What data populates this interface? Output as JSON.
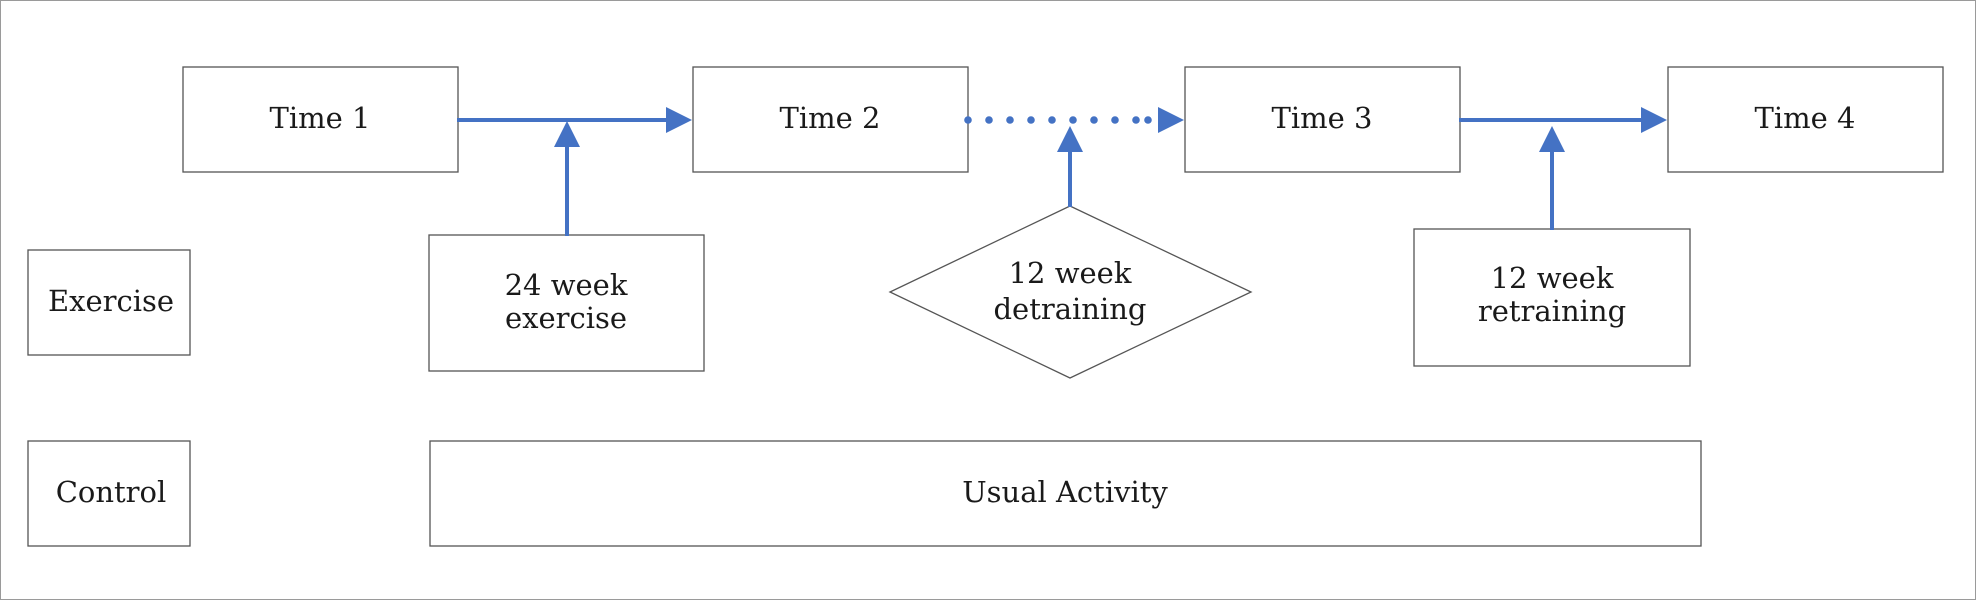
{
  "timepoints": [
    {
      "label": "Time  1"
    },
    {
      "label": "Time  2"
    },
    {
      "label": "Time  3"
    },
    {
      "label": "Time 4"
    }
  ],
  "groups": {
    "exercise": "Exercise",
    "control": "Control"
  },
  "phases": {
    "exercise_24": {
      "line1": "24 week",
      "line2": "exercise"
    },
    "detraining_12": {
      "line1": "12 week",
      "line2": "detraining"
    },
    "retraining_12": {
      "line1": "12 week",
      "line2": "retraining"
    },
    "usual_activity": "Usual Activity"
  },
  "colors": {
    "arrow": "#4472C4",
    "box_border": "#555555",
    "frame_border": "#9a9a9a"
  }
}
